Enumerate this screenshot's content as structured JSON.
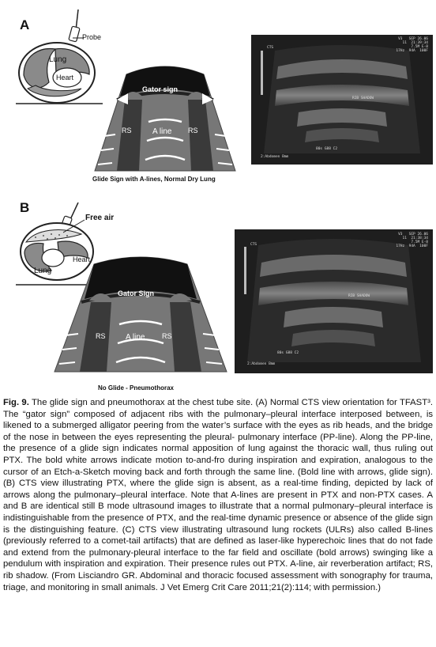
{
  "panel_a": {
    "letter": "A",
    "probe_label": "Probe",
    "lung_label": "Lung",
    "heart_label": "Heart",
    "gator_label": "Gator sign",
    "rs_left": "RS",
    "aline_label": "A line",
    "rs_right": "RS",
    "sublabel": "Glide Sign with A-lines, Normal Dry Lung",
    "us": {
      "header_right": "V3   SEP 26.06\n11  21:39:34\n7.5M E-8\n17Hz  94A  100F",
      "top_left": "CTS",
      "rib_shadow": "RIB SHADOW",
      "bottom_mid": "80s G88 C2",
      "bottom_left": "2:Abdomen Bmm"
    }
  },
  "panel_b": {
    "letter": "B",
    "free_air_label": "Free air",
    "heart_label": "Heart",
    "lung_label": "Lung",
    "gator_label": "Gator Sign",
    "rs_left": "RS",
    "aline_label": "A line",
    "rs_right": "RS",
    "sublabel": "No Glide - Pneumothorax",
    "us": {
      "header_right": "V3   SEP 26.06\n11  21:38:34\n7.5M E-8\n17Hz  94A  100F",
      "top_left": "CTS",
      "rib_shadow": "RIB SHADOW",
      "bottom_mid": "80s G88 C2",
      "bottom_left": "2:Abdomen Bmm"
    }
  },
  "caption": {
    "fig": "Fig. 9.",
    "text": " The glide sign and pneumothorax at the chest tube site. (A) Normal CTS view orientation for TFAST³. The “gator sign” composed of adjacent ribs with the pulmonary–pleural interface interposed between, is likened to a submerged alligator peering from the water’s surface with the eyes as rib heads, and the bridge of the nose in between the eyes representing the pleural- pulmonary interface (PP-line). Along the PP-line, the presence of a glide sign indicates normal apposition of lung against the thoracic wall, thus ruling out PTX. The bold white arrows indicate motion to-and-fro during inspiration and expiration, analogous to the cursor of an Etch-a-Sketch moving back and forth through the same line. (Bold line with arrows, glide sign). (B) CTS view illustrating PTX, where the glide sign is absent, as a real-time finding, depicted by lack of arrows along the pulmonary–pleural interface. Note that A-lines are present in PTX and non-PTX cases. A and B are identical still B mode ultrasound images to illustrate that a normal pulmonary–pleural interface is indistinguishable from the presence of PTX, and the real-time dynamic presence or absence of the glide sign is the distinguishing feature. (C) CTS view illustrating ultrasound lung rockets (ULRs) also called B-lines (previously referred to a comet-tail artifacts) that are defined as laser-like hyperechoic lines that do not fade and extend from the pulmonary-pleural interface to the far field and oscillate (bold arrows) swinging like a pendulum with inspiration and expiration. Their presence rules out PTX. A-line, air reverberation artifact; RS, rib shadow. (From Lisciandro GR. Abdominal and thoracic focused assessment with sonography for trauma, triage, and monitoring in small animals. J Vet Emerg Crit Care 2011;21(2):114; with permission.)"
  }
}
